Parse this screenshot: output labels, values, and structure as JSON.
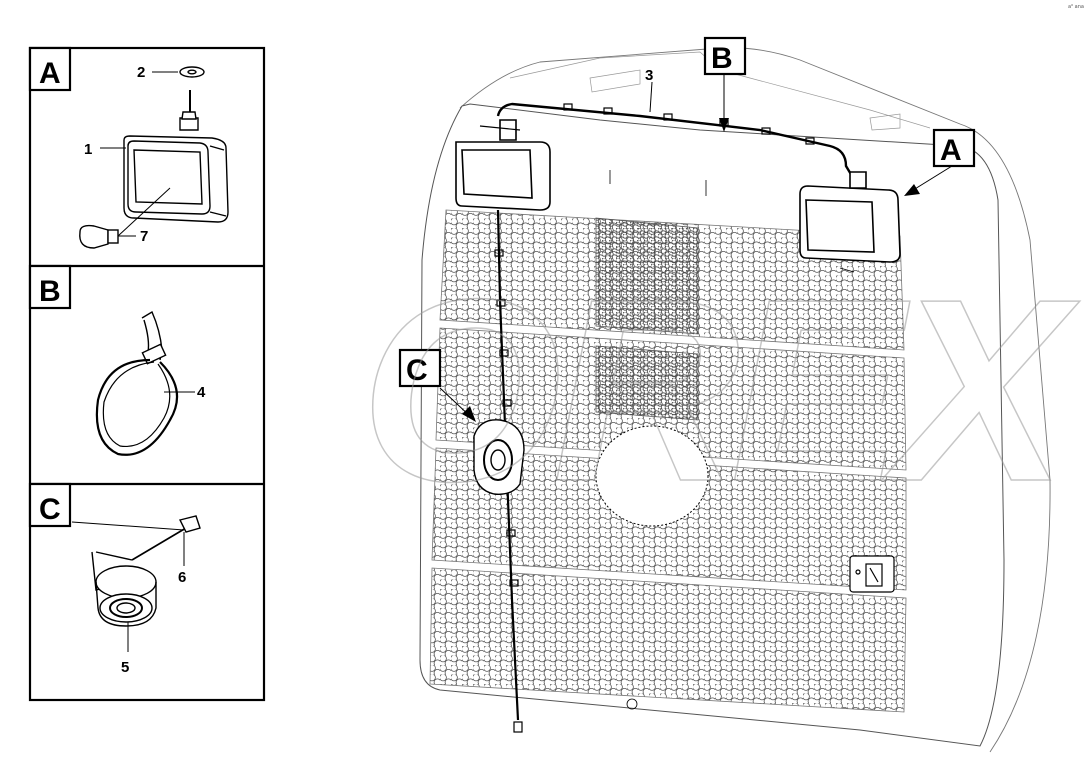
{
  "corner_mark": "a⁰ ana",
  "panels": [
    {
      "letter": "A",
      "parts": [
        "2",
        "1",
        "7"
      ]
    },
    {
      "letter": "B",
      "parts": [
        "4"
      ]
    },
    {
      "letter": "C",
      "parts": [
        "6",
        "5"
      ]
    }
  ],
  "callouts": {
    "main_b": "B",
    "main_a": "A",
    "main_c": "C",
    "harness": "3"
  },
  "watermark": "OREX"
}
